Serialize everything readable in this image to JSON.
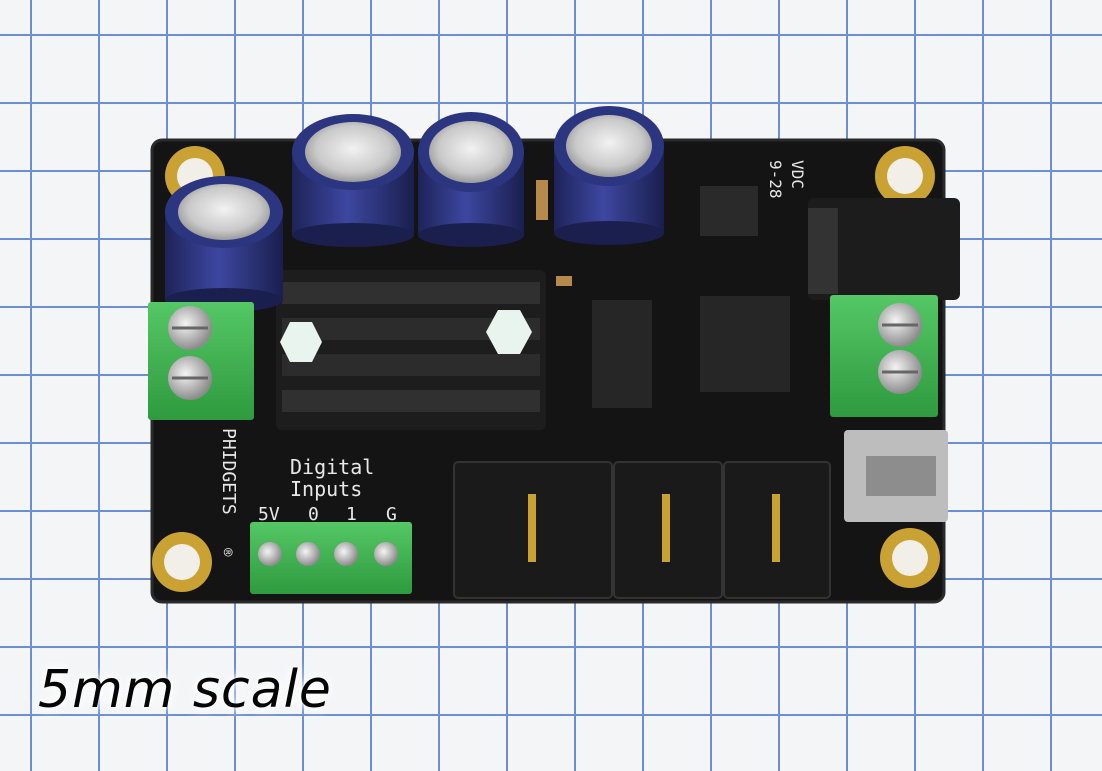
{
  "board": {
    "brand": "PHIDGETS",
    "registered": "®",
    "section_title_line1": "Digital",
    "section_title_line2": "Inputs",
    "terminal_labels": [
      "5V",
      "0",
      "1",
      "G"
    ],
    "power_label": "9-28",
    "power_unit": "VDC"
  },
  "overlay": {
    "scale_text": "5mm scale"
  },
  "colors": {
    "pcb": "#141414",
    "terminal_green": "#3fb34f",
    "grid_line": "#6b8fd0",
    "capacitor_blue": "#2c3580"
  }
}
